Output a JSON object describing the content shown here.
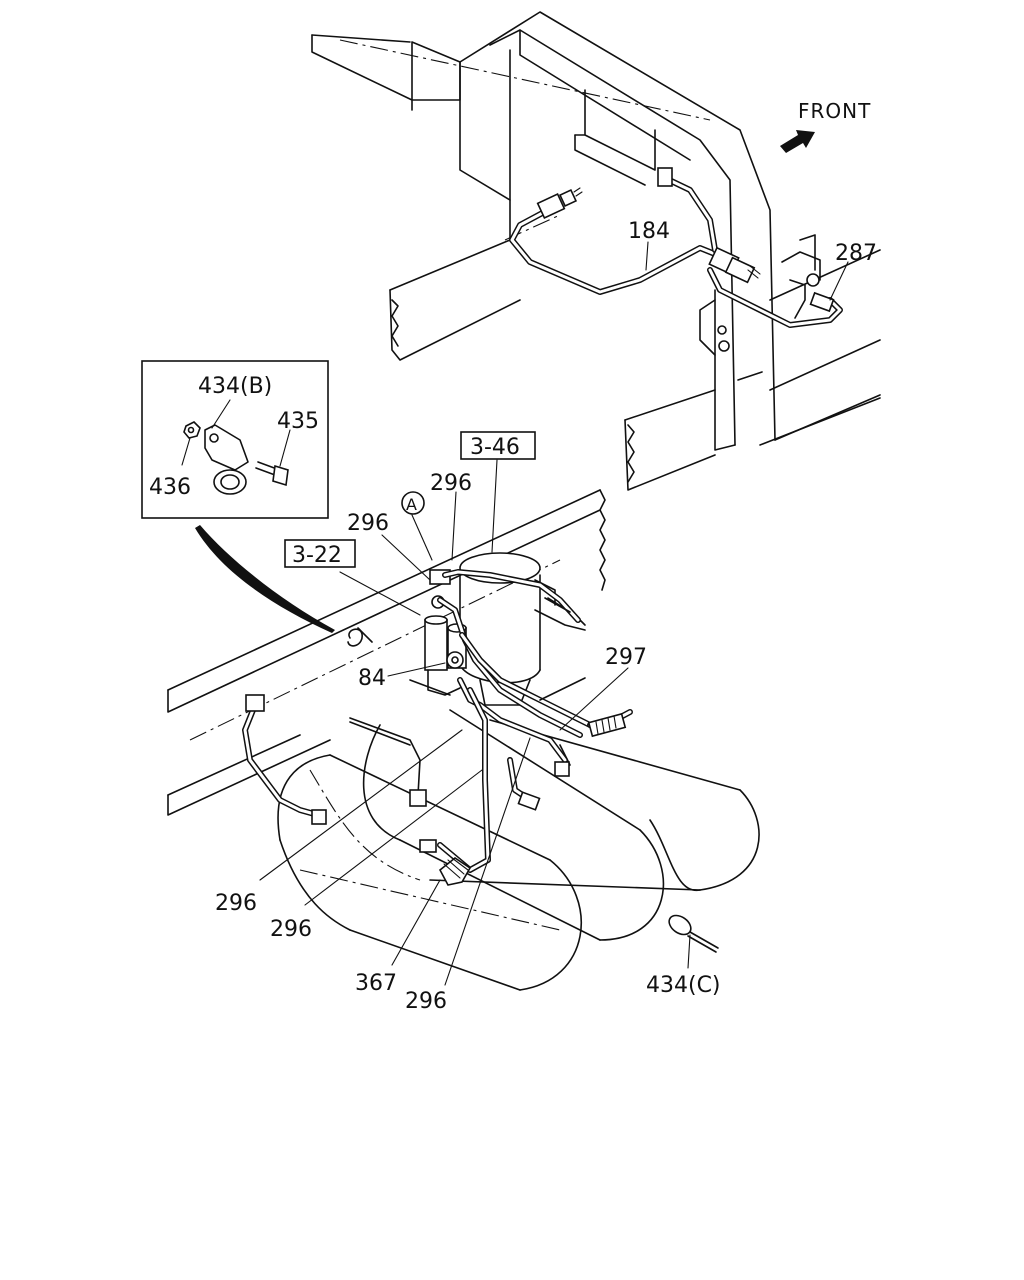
{
  "direction_label": "FRONT",
  "callouts": [
    {
      "id": "c184",
      "text": "184"
    },
    {
      "id": "c287",
      "text": "287"
    },
    {
      "id": "c434b",
      "text": "434(B)"
    },
    {
      "id": "c435",
      "text": "435"
    },
    {
      "id": "c436",
      "text": "436"
    },
    {
      "id": "c346",
      "text": "3-46",
      "boxed": true
    },
    {
      "id": "c296a",
      "text": "296"
    },
    {
      "id": "cA",
      "text": "A",
      "circled": true
    },
    {
      "id": "c296b",
      "text": "296"
    },
    {
      "id": "c322",
      "text": "3-22",
      "boxed": true
    },
    {
      "id": "c84",
      "text": "84"
    },
    {
      "id": "c297",
      "text": "297"
    },
    {
      "id": "c296c",
      "text": "296"
    },
    {
      "id": "c296d",
      "text": "296"
    },
    {
      "id": "c367",
      "text": "367"
    },
    {
      "id": "c296e",
      "text": "296"
    },
    {
      "id": "c434c",
      "text": "434(C)"
    }
  ]
}
